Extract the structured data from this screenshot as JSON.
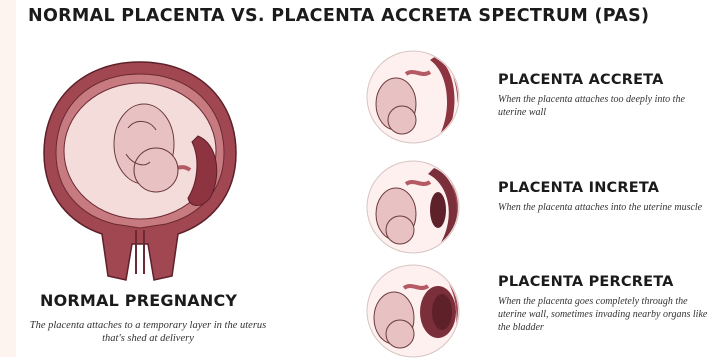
{
  "title": "NORMAL PLACENTA VS. PLACENTA ACCRETA SPECTRUM (PAS)",
  "normal": {
    "title": "NORMAL PREGNANCY",
    "description": "The placenta attaches to a temporary layer in the uterus that's shed at delivery"
  },
  "conditions": [
    {
      "title": "PLACENTA ACCRETA",
      "description": "When the placenta attaches too deeply into the uterine wall"
    },
    {
      "title": "PLACENTA INCRETA",
      "description": "When the placenta attaches into the uterine muscle"
    },
    {
      "title": "PLACENTA PERCRETA",
      "description": "When the placenta goes completely through the uterine wall, sometimes invading nearby organs like the bladder"
    }
  ],
  "colors": {
    "uterus_wall": "#a04752",
    "uterus_dark": "#7a2f3a",
    "amniotic": "#f4dcdb",
    "fetus_skin": "#e8c2c3",
    "placenta": "#8e3340"
  }
}
